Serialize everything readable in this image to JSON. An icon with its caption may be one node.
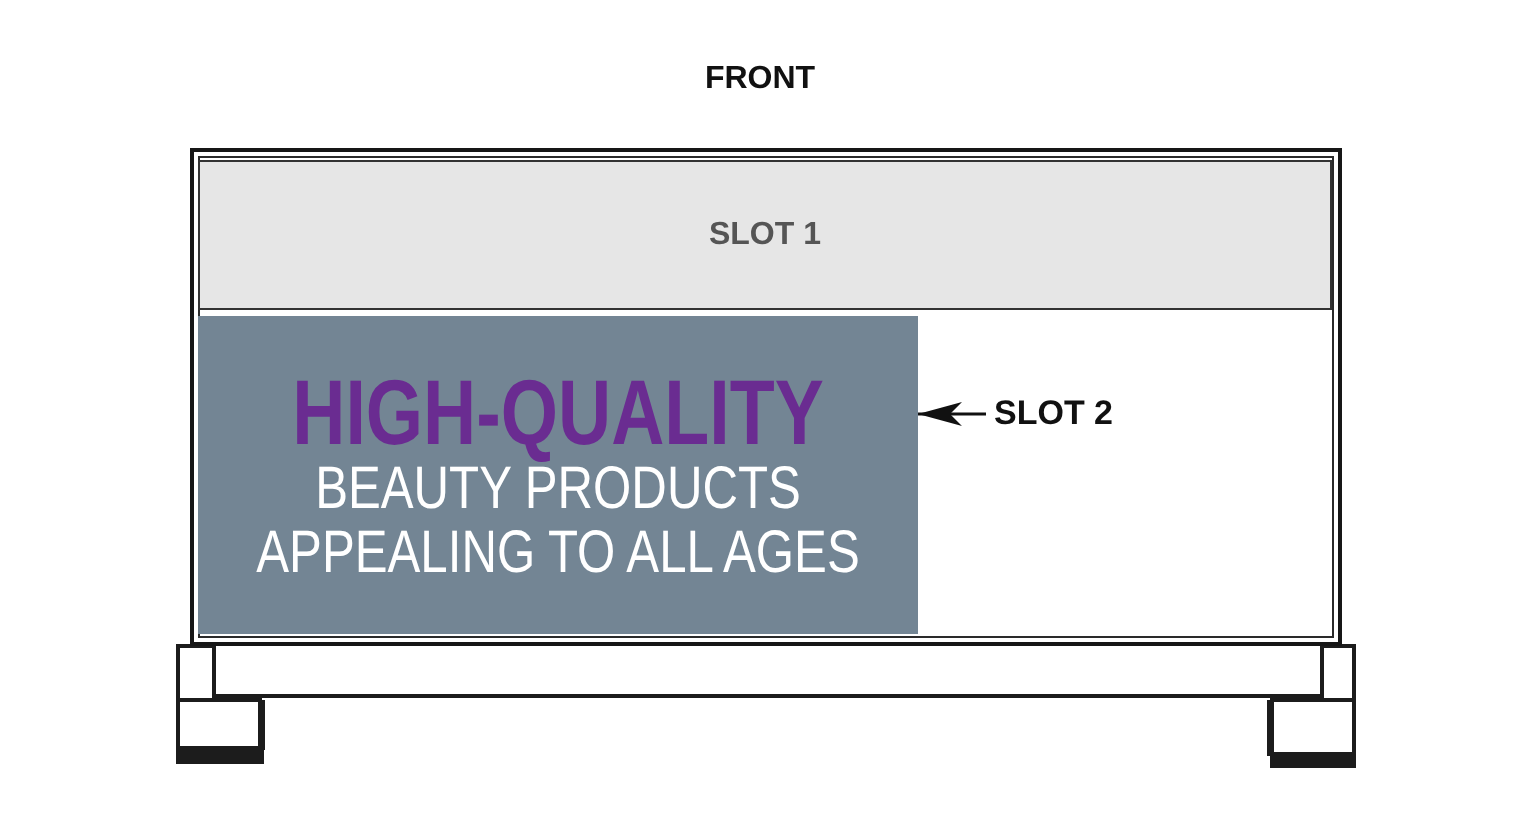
{
  "diagram": {
    "title": "FRONT",
    "nodes": [
      {
        "text": [],
        "shape": "box"
      },
      {
        "text": [
          "SLOT 1"
        ],
        "in": 0
      },
      {
        "text": [
          "HIGH-QUALITY",
          "BEAUTY PRODUCTS APPEALING TO ALL AGES"
        ],
        "in": 0
      },
      {
        "text": [
          "SLOT 2"
        ],
        "in": 0
      }
    ],
    "edges": [
      {
        "from": 3,
        "to": 2,
        "arrow": "to"
      }
    ]
  }
}
